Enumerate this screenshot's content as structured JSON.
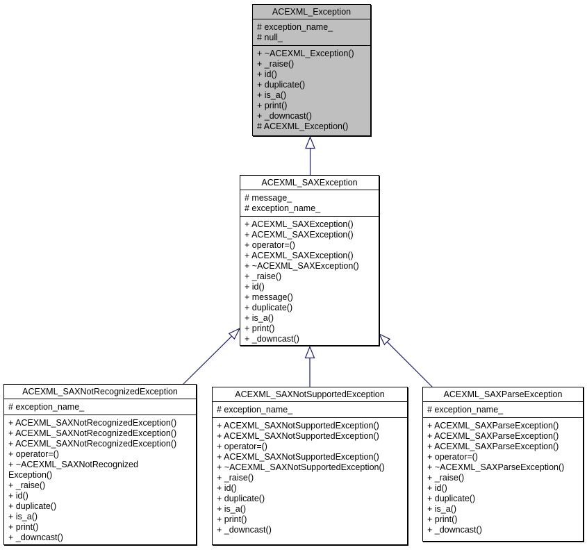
{
  "diagram": {
    "kind": "uml-class-inheritance-graph",
    "accent_color": "#191970",
    "highlight_fill": "#bfbfbf",
    "classes": [
      {
        "name": "ACEXML_Exception",
        "highlighted": true,
        "attributes": [
          "# exception_name_",
          "# null_"
        ],
        "methods": [
          "+ ~ACEXML_Exception()",
          "+ _raise()",
          "+ id()",
          "+ duplicate()",
          "+ is_a()",
          "+ print()",
          "+ _downcast()",
          "# ACEXML_Exception()"
        ]
      },
      {
        "name": "ACEXML_SAXException",
        "highlighted": false,
        "attributes": [
          "# message_",
          "# exception_name_"
        ],
        "methods": [
          "+ ACEXML_SAXException()",
          "+ ACEXML_SAXException()",
          "+ operator=()",
          "+ ACEXML_SAXException()",
          "+ ~ACEXML_SAXException()",
          "+ _raise()",
          "+ id()",
          "+ message()",
          "+ duplicate()",
          "+ is_a()",
          "+ print()",
          "+ _downcast()"
        ]
      },
      {
        "name": "ACEXML_SAXNotRecognizedException",
        "highlighted": false,
        "attributes": [
          "# exception_name_"
        ],
        "methods": [
          "+ ACEXML_SAXNotRecognizedException()",
          "+ ACEXML_SAXNotRecognizedException()",
          "+ ACEXML_SAXNotRecognizedException()",
          "+ operator=()",
          "+ ~ACEXML_SAXNotRecognized",
          "Exception()",
          "+ _raise()",
          "+ id()",
          "+ duplicate()",
          "+ is_a()",
          "+ print()",
          "+ _downcast()"
        ]
      },
      {
        "name": "ACEXML_SAXNotSupportedException",
        "highlighted": false,
        "attributes": [
          "# exception_name_"
        ],
        "methods": [
          "+ ACEXML_SAXNotSupportedException()",
          "+ ACEXML_SAXNotSupportedException()",
          "+ operator=()",
          "+ ACEXML_SAXNotSupportedException()",
          "+ ~ACEXML_SAXNotSupportedException()",
          "+ _raise()",
          "+ id()",
          "+ duplicate()",
          "+ is_a()",
          "+ print()",
          "+ _downcast()"
        ]
      },
      {
        "name": "ACEXML_SAXParseException",
        "highlighted": false,
        "attributes": [
          "# exception_name_"
        ],
        "methods": [
          "+ ACEXML_SAXParseException()",
          "+ ACEXML_SAXParseException()",
          "+ ACEXML_SAXParseException()",
          "+ operator=()",
          "+ ~ACEXML_SAXParseException()",
          "+ _raise()",
          "+ id()",
          "+ duplicate()",
          "+ is_a()",
          "+ print()",
          "+ _downcast()"
        ]
      }
    ],
    "relations": [
      {
        "from": "ACEXML_SAXException",
        "to": "ACEXML_Exception",
        "type": "inheritance"
      },
      {
        "from": "ACEXML_SAXNotRecognizedException",
        "to": "ACEXML_SAXException",
        "type": "inheritance"
      },
      {
        "from": "ACEXML_SAXNotSupportedException",
        "to": "ACEXML_SAXException",
        "type": "inheritance"
      },
      {
        "from": "ACEXML_SAXParseException",
        "to": "ACEXML_SAXException",
        "type": "inheritance"
      }
    ]
  }
}
